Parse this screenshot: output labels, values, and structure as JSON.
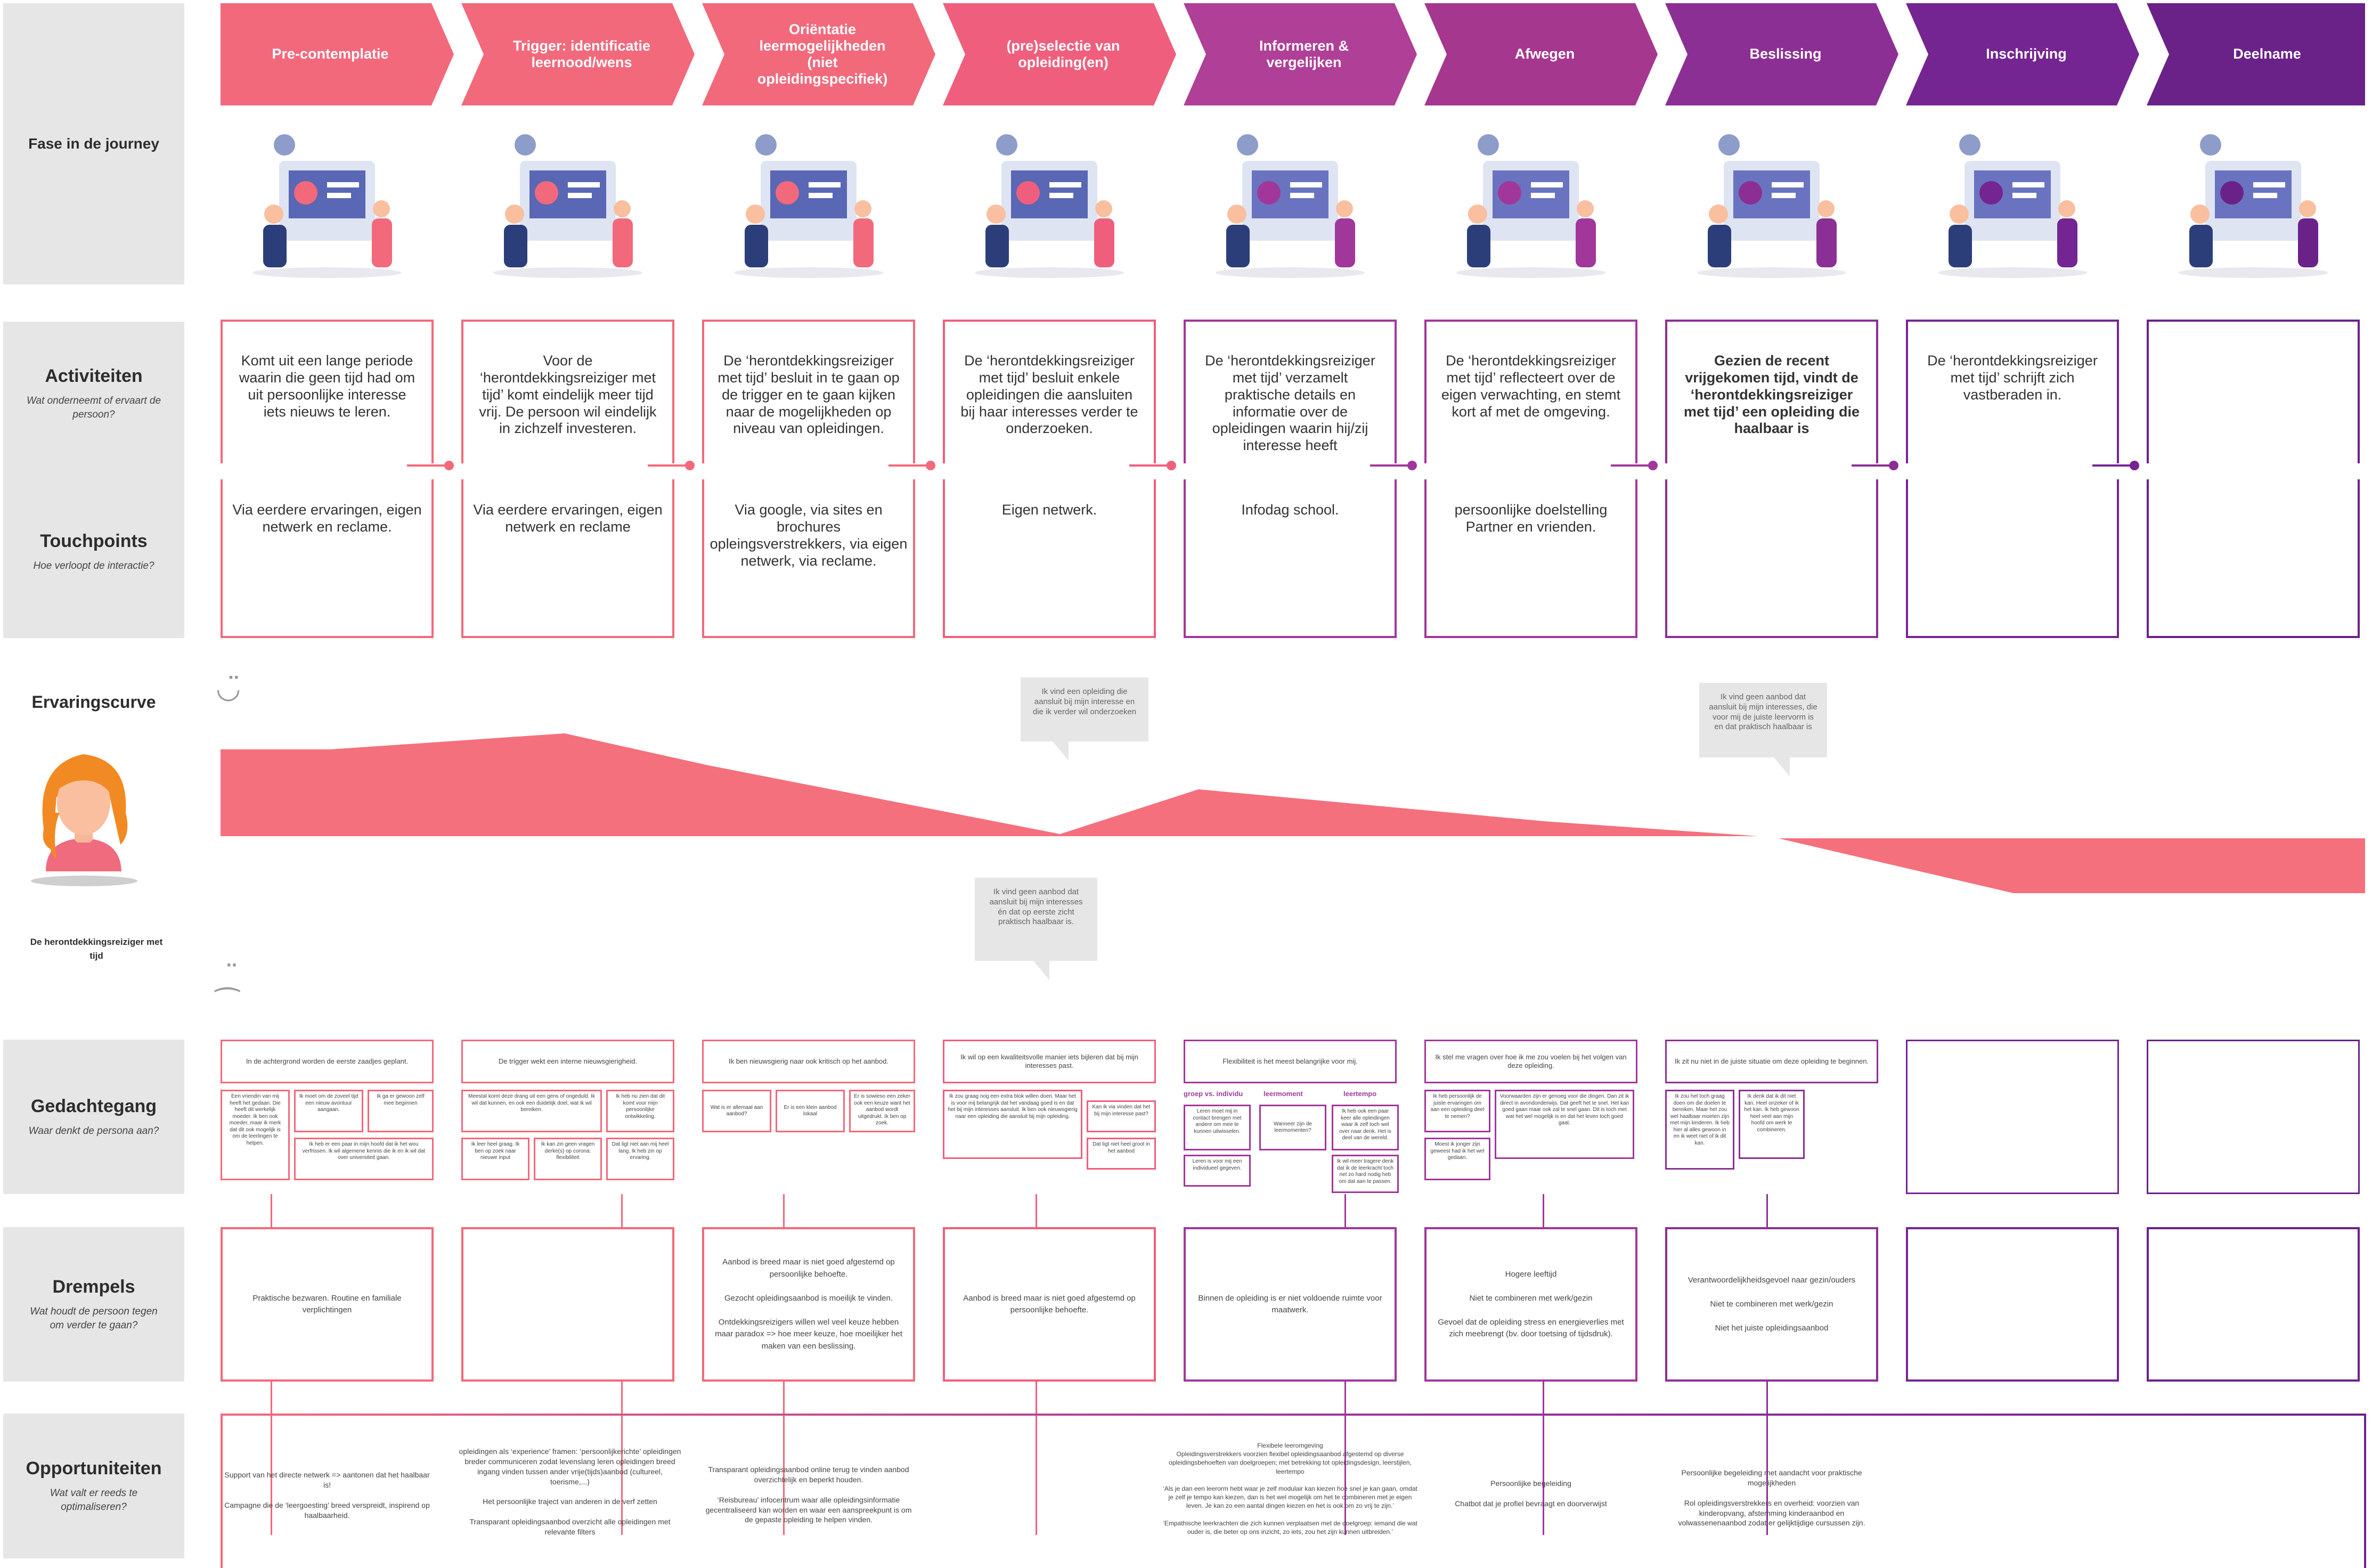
{
  "labels": {
    "phase": {
      "title": "Fase in de journey"
    },
    "activiteiten": {
      "title": "Activiteiten",
      "subtitle": "Wat onderneemt of ervaart de persoon?"
    },
    "touchpoints": {
      "title": "Touchpoints",
      "subtitle": "Hoe verloopt de interactie?"
    },
    "ervaringscurve": {
      "title": "Ervaringscurve",
      "persona": "De herontdekkingsreiziger met tijd"
    },
    "gedachtegang": {
      "title": "Gedachtegang",
      "subtitle": "Waar denkt de persona aan?"
    },
    "drempels": {
      "title": "Drempels",
      "subtitle": "Wat houdt de persoon tegen om verder te gaan?"
    },
    "opportuniteiten": {
      "title": "Opportuniteiten",
      "subtitle": "Wat valt er reeds te optimaliseren?"
    }
  },
  "colors": {
    "coral": "#f2697c",
    "purple_mid": "#a1379b",
    "purple_dark": "#6c2189",
    "label_bg": "#e6e6e6",
    "curve": "#f4707d"
  },
  "phases": [
    {
      "label": "Pre-contemplatie",
      "color": "#f2697c"
    },
    {
      "label": "Trigger: identificatie leernood/wens",
      "color": "#f2697c"
    },
    {
      "label": "Oriëntatie leermogelijkheden (niet opleidingspecifiek)",
      "color": "#f2697c"
    },
    {
      "label": "(pre)selectie van opleiding(en)",
      "color": "#ef5f7d"
    },
    {
      "label": "Informeren & vergelijken",
      "color": "#b03f97"
    },
    {
      "label": "Afwegen",
      "color": "#a5378f"
    },
    {
      "label": "Beslissing",
      "color": "#8c2f94"
    },
    {
      "label": "Inschrijving",
      "color": "#752591"
    },
    {
      "label": "Deelname",
      "color": "#6a2289"
    }
  ],
  "illustrations": [
    "thinking-person-illustration",
    "presentation-screen-illustration",
    "books-people-illustration",
    "magnifier-chart-illustration",
    "dashboard-comparison-illustration",
    "puzzle-pieces-illustration",
    "signpost-decision-illustration",
    "document-signing-illustration",
    "laptop-rocket-illustration"
  ],
  "activities": [
    "Komt uit een lange periode waarin die geen tijd had om uit persoonlijke interesse iets nieuws te leren.",
    "Voor de ‘herontdekkingsreiziger met tijd’ komt eindelijk meer tijd vrij. De persoon wil eindelijk in zichzelf investeren.",
    "De ‘herontdekkingsreiziger met tijd’ besluit in te gaan op de trigger en te gaan kijken naar de mogelijkheden op niveau van opleidingen.",
    "De ‘herontdekkingsreiziger met tijd’ besluit enkele opleidingen die aansluiten bij haar interesses verder te onderzoeken.",
    "De ‘herontdekkingsreiziger met tijd’ verzamelt praktische details en informatie over de opleidingen waarin hij/zij interesse heeft",
    "De ‘herontdekkingsreiziger met tijd’ reflecteert over de eigen verwachting, en stemt kort af met de omgeving.",
    "Gezien de recent vrijgekomen tijd, vindt de ‘herontdekkingsreiziger met tijd’ een opleiding die haalbaar is",
    "De ‘herontdekkingsreiziger met tijd’ schrijft zich vastberaden in.",
    ""
  ],
  "touchpoints": [
    "Via eerdere ervaringen, eigen netwerk en reclame.",
    "Via eerdere ervaringen, eigen netwerk en reclame",
    "Via google, via sites en brochures opleingsverstrekkers, via eigen netwerk, via reclame.",
    "Eigen netwerk.",
    "Infodag school.",
    "persoonlijke doelstelling Partner en vrienden.",
    "",
    "",
    ""
  ],
  "curve": {
    "description": "experience level per phase",
    "values": [
      0.55,
      0.65,
      0.45,
      0.0,
      0.3,
      0.1,
      0.0,
      -0.35,
      -0.35
    ],
    "quotes": [
      "Ik vind een opleiding die aansluit bij mijn interesse en die ik verder wil onderzoeken",
      "Ik vind geen aanbod dat aansluit bij mijn interesses, die voor mij de juiste leervorm is en dat praktisch haalbaar is",
      "Ik vind geen aanbod dat aansluit bij mijn interesses én dat op eerste zicht praktisch haalbaar is."
    ]
  },
  "thoughts": {
    "headers": [
      "In de achtergrond worden de eerste zaadjes geplant.",
      "De trigger wekt een interne nieuwsgierigheid.",
      "Ik ben nieuwsgierig naar ook kritisch op het aanbod.",
      "Ik wil op een kwaliteitsvolle manier iets bijleren dat bij mijn interesses past.",
      "Flexibiliteit is het meest belangrijke voor mij.",
      "Ik stel me vragen over hoe ik me zou voelen bij het volgen van deze opleiding.",
      "Ik zit nu niet in de juiste situatie om deze opleiding te beginnen."
    ],
    "col1": [
      "Een vriendin van mij heeft het gedaan. Die heeft dit werkelijk moeder. Ik ben ook moeder, maar ik merk dat dit ook mogelijk is om de leerlingen te helpen.",
      "Ik moet om de zoveel tijd een nieuw avontuur aangaan.",
      "Ik ga er gewoon zelf mee beginnen",
      "Ik heb er een paar in mijn hoofd dat ik het wou verfrissen. Ik wil algemene kennis die ik en ik wil dat over universiteit gaan."
    ],
    "col2": [
      "Meestal komt deze drang uit een gens of ongeduld. Ik wil dat kunnen, en ook een duidelijk doel, wat ik wil bereiken.",
      "Ik heb nu zien dat dit komt voor mijn persoonlijke ontwikkeling.",
      "Ik leer heel graag. Ik ben op zoek naar nieuwe input",
      "Ik kan zin geen vragen derke(s) op corona: flexibiliteit",
      "Dat ligt niet aan mij heel lang. Ik heb zin op ervaring."
    ],
    "col3": [
      "Wat is er allemaal aan aanbod?",
      "Er is een klein aanbod lokaal",
      "Er is sowieso een zeker ook een keuze want het aanbod wordt uitgedrukt. Ik ben op zoek."
    ],
    "col4": [
      "Ik zou graag nog een extra blok willen doen. Maar het is voor mij belangrijk dat het vandaag goed is en dat het bij mijn interesses aansluit. Ik ben ook nieuwsgierig naar een opleiding die aansluit bij mijn opleiding.",
      "Kan ik via vinden dat het bij mijn interesse past?",
      "Dat ligt niet heel groot in het aanbod"
    ],
    "col5_labels": [
      "groep vs. individu",
      "leermoment",
      "leertempo"
    ],
    "col5": [
      "Leren moet mij in contact brengen met andere om mee te kunnen uitwisselen.",
      "Wanneer zijn de leermomenten?",
      "Ik heb ook een paar keer alle opleidingen waar ik zelf toch wel over naar denk. Het is deel van de wereld.",
      "Leren is voor mij een individueel gegeven.",
      "Ik wil meer tragere denk dat ik de leerkracht toch net zo hard nodig heb om dat aan te passen."
    ],
    "col6": [
      "Ik heb persoonlijk de juiste ervaringen om aan een opleiding deel te nemen?",
      "Voorwaarden zijn er genoeg voor die dingen. Dan zit ik direct in avondonderwijs. Dat geeft het te snel. Het kan goed gaan maar ook zal te snel gaan. Dit is toch met wat het wel mogelijk is en dat het leven toch goed gaat.",
      "Moest ik jonger zijn geweest had ik het wel gedaan."
    ],
    "col7": [
      "Ik zou het toch graag doen om die doelen te bereiken. Maar het zou wel haalbaar moeten zijn met mijn kinderen. Ik heb hier al alles gewoon in en ik weet niet of ik dit kan.",
      "Ik denk dat ik dit niet kan. Heel onzeker of ik het kan. Ik heb gewoon heel veel aan mijn hoofd om werk te combineren."
    ]
  },
  "thresholds": [
    "Praktische bezwaren. Routine en familiale verplichtingen",
    "",
    "Aanbod is breed maar is niet goed afgestemd op persoonlijke behoefte.\n\nGezocht opleidingsaanbod is moeilijk te vinden.\n\nOntdekkingsreizigers willen wel veel keuze hebben maar paradox => hoe meer keuze, hoe moeilijker het maken van een beslissing.",
    "Aanbod is breed maar is niet goed afgestemd op persoonlijke behoefte.",
    "Binnen de opleiding is er niet voldoende ruimte voor maatwerk.",
    "Hogere leeftijd\n\nNiet te combineren met werk/gezin\n\nGevoel dat de opleiding stress en energieverlies met zich meebrengt (bv. door toetsing of tijdsdruk).",
    "Verantwoordelijkheidsgevoel naar gezin/ouders\n\nNiet te combineren met werk/gezin\n\nNiet het juiste opleidingsaanbod",
    "",
    ""
  ],
  "opportunities": [
    "Support van het directe netwerk => aantonen dat het haalbaar is!\n\nCampagne die de ‘leergoesting’ breed verspreidt, inspirend op haalbaarheid.",
    "opleidingen als ‘experience’ framen: ‘persoonlijkerichte’ opleidingen breder communiceren zodat levenslang leren opleidingen breed ingang vinden tussen ander vrije(tijds)aanbod (cultureel, toerisme,...)\n\nHet persoonlijke traject van anderen in de verf zetten\n\nTransparant opleidingsaanbod overzicht alle opleidingen met relevante filters",
    "Transparant opleidingsaanbod online terug te vinden aanbod overzichtelijk en beperkt houden.\n\n‘Reisbureau’ infocentrum waar alle opleidingsinformatie gecentraliseerd kan worden en waar een aanspreekpunt is om de gepaste opleiding te helpen vinden.",
    "Flexibele leeromgeving\nOpleidingsverstrekkers voorzien flexibel opleidingsaanbod afgestemd op diverse opleidingsbehoeften van doelgroepen; met betrekking tot opleidingsdesign, leerstijlen, leertempo\n\n‘Als je dan een leerorm hebt waar je zelf modulair kan kiezen hoe snel je kan gaan, omdat je zelf je tempo kan kiezen, dan is het wel mogelijk om het te combineren met je eigen leven. Je kan zo een aantal dingen kiezen en het is ook om zo vrij te zijn.’\n\n‘Empathische leerkrachten die zich kunnen verplaatsen met de doelgroep: iemand die wat ouder is, die beter op ons inzicht, zo iets, zou het zijn kunnen uitbreiden.’",
    "Persoonlijke begeleiding\n\nChatbot dat je profiel bevraagt en doorverwijst",
    "Persoonlijke begeleiding met aandacht voor praktische mogelijkheden\n\nRol opleidingsverstrekkers en overheid: voorzien van kinderopvang, afstemming kinderaanbod en volwassenenaanbod zodat er gelijktijdige cursussen zijn."
  ]
}
